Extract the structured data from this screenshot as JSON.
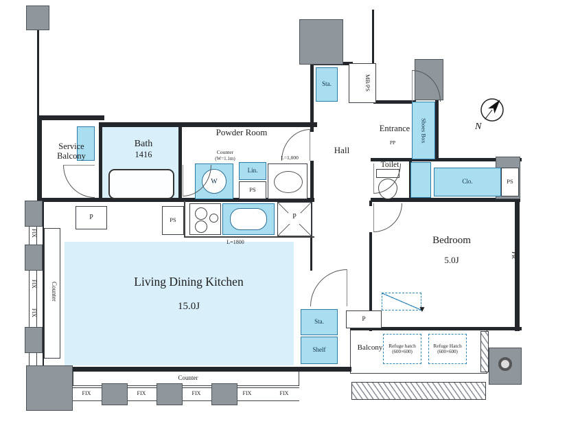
{
  "colors": {
    "floor_blue": "#d9effa",
    "fixture_blue": "#a9ddf0",
    "wall_dark": "#23272b",
    "pillar_gray": "#8f969c"
  },
  "rooms": {
    "service_balcony": {
      "label": "Service Balcony"
    },
    "bath": {
      "label": "Bath",
      "size": "1416"
    },
    "powder_room": {
      "label": "Powder Room"
    },
    "hall": {
      "label": "Hall"
    },
    "entrance": {
      "label": "Entrance"
    },
    "toilet": {
      "label": "Toilet"
    },
    "bedroom": {
      "label": "Bedroom",
      "size": "5.0J"
    },
    "ldk": {
      "label": "Living Dining Kitchen",
      "size": "15.0J"
    },
    "balcony": {
      "label": "Balcony"
    }
  },
  "labels": {
    "sta": "Sta.",
    "shelf": "Shelf",
    "mb_ps": "MB/PS",
    "shoes_box": "Shoes Box",
    "pp": "PP",
    "ps": "PS",
    "lin": "Lin.",
    "clo": "Clo.",
    "pr": "PR",
    "p": "P",
    "w": "W",
    "fix": "FIX",
    "counter": "Counter",
    "counter_dim": "(W=1.1m)",
    "l1000": "L=1,000",
    "l1800": "L=1800",
    "north": "N",
    "triangle": "▼"
  },
  "refuge": {
    "hatch1": {
      "title": "Refuge hatch",
      "sub": "(600×600)"
    },
    "hatch2": {
      "title": "Refuge Hatch",
      "sub": "(600×600)"
    }
  }
}
